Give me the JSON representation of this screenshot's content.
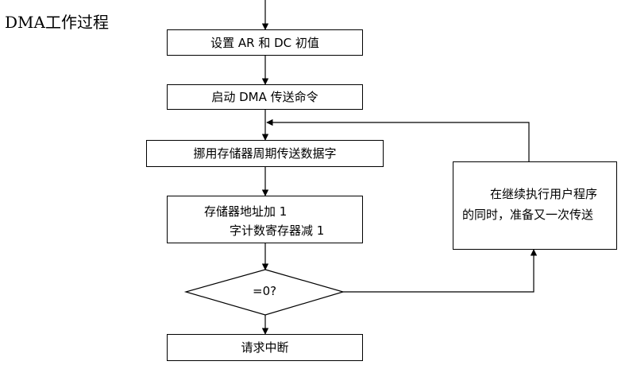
{
  "title": "DMA工作过程",
  "steps": {
    "set_ar_dc": "设置 AR 和 DC 初值",
    "start_dma": "启动 DMA 传送命令",
    "steal_cycle": "挪用存储器周期传送数据字",
    "update_line1": "存储器地址加 1",
    "update_line2": "字计数寄存器减 1",
    "decision": "=0?",
    "interrupt": "请求中断",
    "side_line1": "在继续执行用户程序",
    "side_line2": "的同时，准备又一次传送"
  }
}
